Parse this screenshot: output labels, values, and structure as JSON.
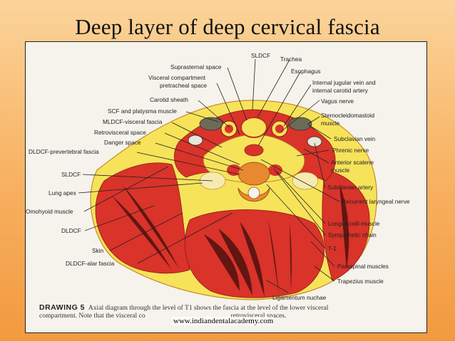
{
  "slide": {
    "title": "Deep layer of deep cervical fascia"
  },
  "labels": {
    "sldcf_top": "SLDCF",
    "trachea": "Trachea",
    "suprasternal_space": "Suprasternal space",
    "esophagus": "Esophagus",
    "visceral_compartment_1": "Visceral compartment",
    "visceral_compartment_2": "pretracheal space",
    "internal_jugular_1": "Internal jugular vein and",
    "internal_jugular_2": "internal carotid artery",
    "carotid_sheath": "Carotid sheath",
    "vagus_nerve": "Vagus nerve",
    "scf_platysma": "SCF and platysma muscle",
    "scm_1": "Sternocleidomastoid",
    "scm_2": "muscle",
    "mldcf_visceral": "MLDCF-visceral fascia",
    "retrovisceral_space": "Retrovisceral space",
    "subclavian_vein": "Subclavian vein",
    "danger_space": "Danger space",
    "phrenic_nerve": "Phrenic nerve",
    "dldcf_prevertebral": "DLDCF-prevertebral fascia",
    "anterior_scalene_1": "Anterior scalene",
    "anterior_scalene_2": "muscle",
    "sldcf_left": "SLDCF",
    "subclavian_artery": "Subclavian artery",
    "lung_apex": "Lung apex",
    "recurrent_laryngeal": "Recurrent laryngeal nerve",
    "omohyoid": "Omohyoid muscle",
    "longus_colli": "Longus colli muscle",
    "dldcf_left": "DLDCF",
    "sympathetic_chain": "Sympathetic chain",
    "t1": "T-1",
    "skin": "Skin",
    "dldcf_alar": "DLDCF-alar fascia",
    "paraspinal": "Paraspinal muscles",
    "trapezius": "Trapezius muscle",
    "ligamentum_nuchae": "Ligamentum nuchae"
  },
  "caption": {
    "heading": "DRAWING 5",
    "line1": "Axial diagram through the level of T1 shows the fascia at the level of the lower visceral",
    "line2_start": "compartment. Note that the visceral co",
    "line2_end": "retrovisceral spaces."
  },
  "watermark": "www.indiandentalacademy.com",
  "colors": {
    "muscle_red": "#d9332a",
    "fascia_yellow": "#f6e35a",
    "bone_orange": "#e8892f",
    "background_orange": "#f29a3e"
  }
}
